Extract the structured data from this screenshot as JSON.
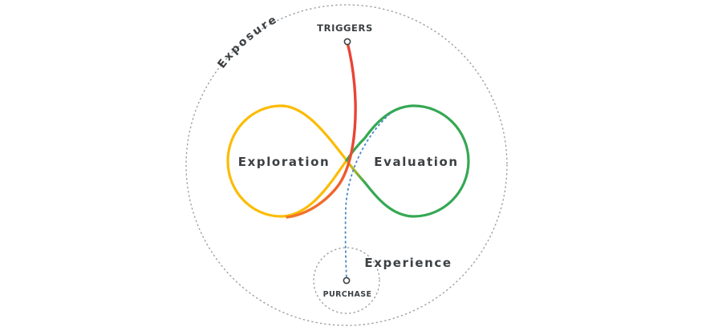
{
  "labels": {
    "exposure": "Exposure",
    "triggers": "TRIGGERS",
    "exploration": "Exploration",
    "evaluation": "Evaluation",
    "experience": "Experience",
    "purchase": "PURCHASE"
  },
  "colors": {
    "exploration_loop": "#fbbc04",
    "evaluation_loop": "#34a853",
    "trigger_path": "#ea4335",
    "purchase_path": "#4a86c5",
    "outline": "#9aa0a6",
    "text": "#3c4043"
  }
}
